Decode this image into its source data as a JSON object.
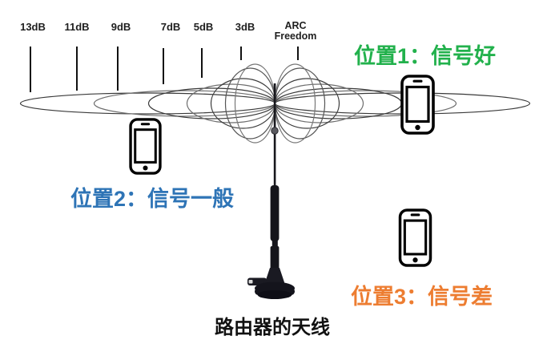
{
  "gain_scale": {
    "labels": [
      {
        "text": "13dB"
      },
      {
        "text": "11dB"
      },
      {
        "text": "9dB"
      },
      {
        "text": "7dB"
      },
      {
        "text": "5dB"
      },
      {
        "text": "3dB"
      }
    ],
    "arc_label": {
      "line1": "ARC",
      "line2": "Freedom"
    }
  },
  "positions": [
    {
      "label": "位置1：信号好",
      "signal_quality": "good",
      "color": "#22B14C"
    },
    {
      "label": "位置2：信号一般",
      "signal_quality": "average",
      "color": "#2E74B6"
    },
    {
      "label": "位置3：信号差",
      "signal_quality": "poor",
      "color": "#ED7D31"
    }
  ],
  "caption": "路由器的天线",
  "icons": {
    "phone": "smartphone-outline-icon"
  },
  "pattern": {
    "description": "antenna radiation pattern lobes, flatter and longer for higher gain",
    "lobes_db": [
      "13dB",
      "11dB",
      "9dB",
      "7dB",
      "5dB",
      "3dB",
      "ARC Freedom"
    ],
    "line_color_dark": "#3a3a3a",
    "line_color_gray": "#6e6e6e"
  }
}
